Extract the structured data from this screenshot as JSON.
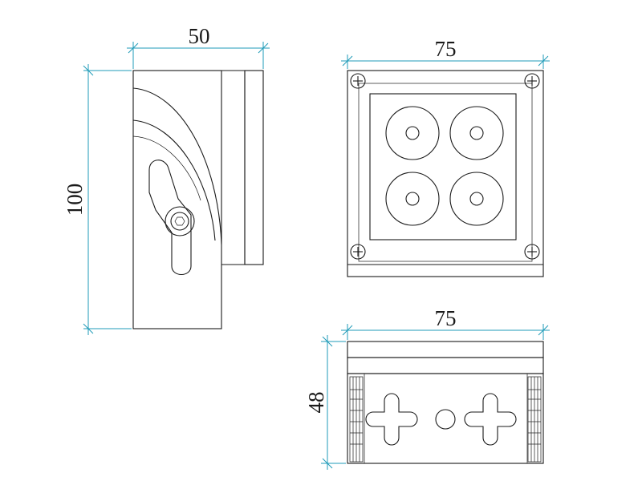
{
  "dimensions": {
    "side_width": "50",
    "side_height": "100",
    "front_width": "75",
    "bottom_width": "75",
    "bottom_height": "48"
  },
  "colors": {
    "outline": "#1a1a1a",
    "dimension_line": "#1f9bb8",
    "background": "#ffffff"
  }
}
